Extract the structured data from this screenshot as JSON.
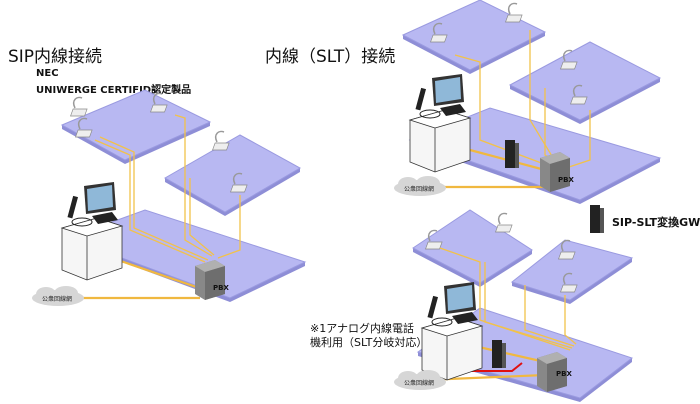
{
  "left": {
    "title": "SIP内線接続",
    "vendor": "NEC",
    "certified": "UNIWERGE CERTIFID認定製品",
    "pbx_label": "PBX",
    "cloud_label": "公衆回線網"
  },
  "right": {
    "title": "内線（SLT）接続",
    "gateway_label": "SIP-SLT変換GW",
    "note_line1": "※1アナログ内線電話",
    "note_line2": "機利用（SLT分岐対応）",
    "top": {
      "pbx_label": "PBX",
      "cloud_label": "公衆回線網"
    },
    "bottom": {
      "pbx_label": "PBX",
      "cloud_label": "公衆回線網"
    }
  },
  "colors": {
    "floor": "#b8b8f2",
    "line": "#f2c24a",
    "analog_line": "#e01010"
  }
}
